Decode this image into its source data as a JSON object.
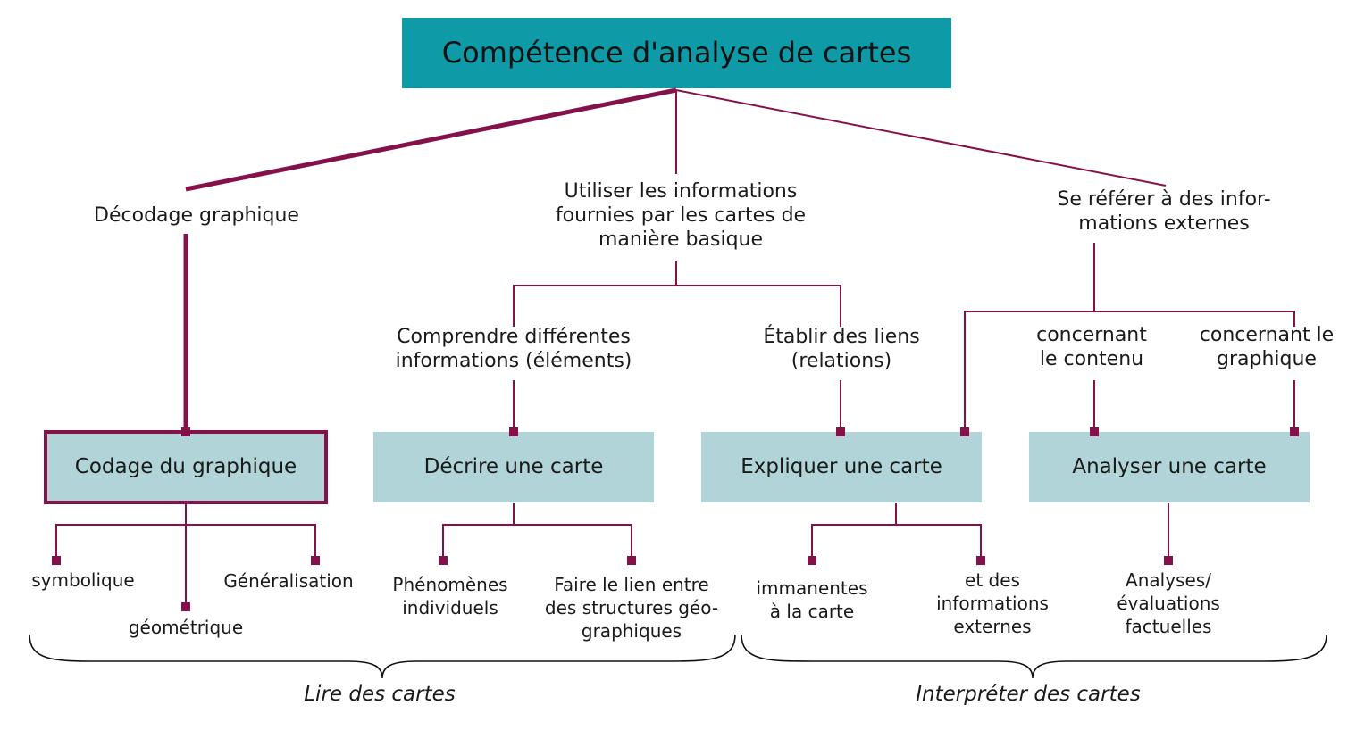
{
  "colors": {
    "title_bg": "#0f9aa8",
    "box_bg": "#b0d4d7",
    "line": "#85114a",
    "text": "#1a1a1a"
  },
  "title": "Compétence d'analyse de cartes",
  "level1": {
    "decodage": "Décodage graphique",
    "utiliser": "Utiliser les informations\nfournies par les cartes de\nmanière basique",
    "referer": "Se référer à des infor-\nmations externes"
  },
  "level2": {
    "comprendre": "Comprendre différentes\ninformations (éléments)",
    "etablir": "Établir des liens\n(relations)",
    "contenu": "concernant\nle contenu",
    "graphique": "concernant le\ngraphique"
  },
  "boxes": {
    "codage": "Codage du graphique",
    "decrire": "Décrire une carte",
    "expliquer": "Expliquer une carte",
    "analyser": "Analyser une carte"
  },
  "leaves": {
    "symbolique": "symbolique",
    "geometrique": "géométrique",
    "generalisation": "Généralisation",
    "phenomenes": "Phénomènes\nindividuels",
    "faire_lien": "Faire le lien entre\ndes structures géo-\ngraphiques",
    "immanentes": "immanentes\nà la carte",
    "externes": "et des\ninformations\nexternes",
    "analyses": "Analyses/\névaluations\nfactuelles"
  },
  "groups": {
    "lire": "Lire des cartes",
    "interpreter": "Interpréter des cartes"
  }
}
